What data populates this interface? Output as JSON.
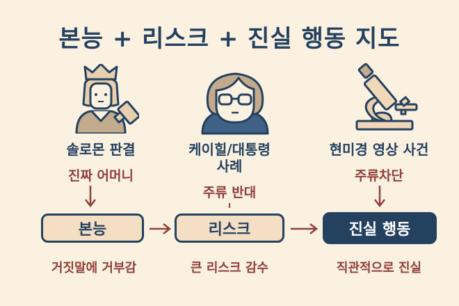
{
  "title": "본능 + 리스크 + 진실 행동 지도",
  "colors": {
    "background": "#fbf1e1",
    "navy": "#24415f",
    "maroon": "#8f3f38",
    "tan": "#f4dfc4"
  },
  "cases": [
    {
      "icon": "king-judge-with-gavel-icon",
      "title": "솔로몬 판결",
      "subtitle": "진짜 어머니"
    },
    {
      "icon": "woman-with-glasses-icon",
      "title": "케이힐/대통령\n사례",
      "title_line1": "케이힐/대통령",
      "title_line2": "사례",
      "subtitle": "주류 반대"
    },
    {
      "icon": "microscope-icon",
      "title": "현미경 영상 사건",
      "subtitle": "주류차단"
    }
  ],
  "flow": [
    {
      "label": "본능",
      "bottom": "거짓말에 거부감"
    },
    {
      "label": "리스크",
      "bottom": "큰 리스크 감수"
    },
    {
      "label": "진실 행동",
      "bottom": "직관적으로 진실"
    }
  ]
}
